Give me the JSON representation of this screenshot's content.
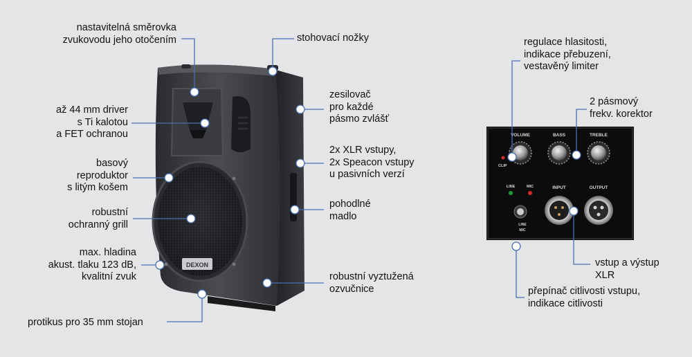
{
  "callouts": {
    "rotatable_horn": "nastavitelná směrovka\nzvukovodu jeho otočením",
    "stacking_feet": "stohovací nožky",
    "driver": "až 44 mm driver\ns Ti kalotou\na FET ochranou",
    "amplifier": "zesilovač\npro každé\npásmo zvlášť",
    "bass_speaker": "basový\nreproduktor\ns litým košem",
    "xlr_inputs": "2x XLR vstupy,\n2x Speacon vstupy\nu pasivních verzí",
    "grill": "robustní\nochranný grill",
    "handle": "pohodlné\nmadlo",
    "max_level": "max. hladina\nakust. tlaku 123 dB,\nkvalitní zvuk",
    "cabinet": "robustní vyztužená\nozvučnice",
    "stand": "protikus pro 35 mm stojan",
    "volume_control": "regulace hlasitosti,\nindikace přebuzení,\nvestavěný limiter",
    "eq": "2 pásmový\nfrekv. korektor",
    "xlr_io": "vstup a výstup\nXLR",
    "sensitivity": "přepínač citlivosti vstupu,\nindikace citlivosti"
  },
  "panel": {
    "volume": "VOLUME",
    "bass": "BASS",
    "treble": "TREBLE",
    "clip": "CLIP",
    "line": "LINE",
    "mic": "MIC",
    "input": "INPUT",
    "output": "OUTPUT",
    "switch_line": "LINE",
    "switch_mic": "MIC"
  },
  "brand": "DEXON",
  "colors": {
    "line": "#4a6fb5",
    "dot_fill": "#ffffff",
    "background": "#e3e5e7"
  }
}
